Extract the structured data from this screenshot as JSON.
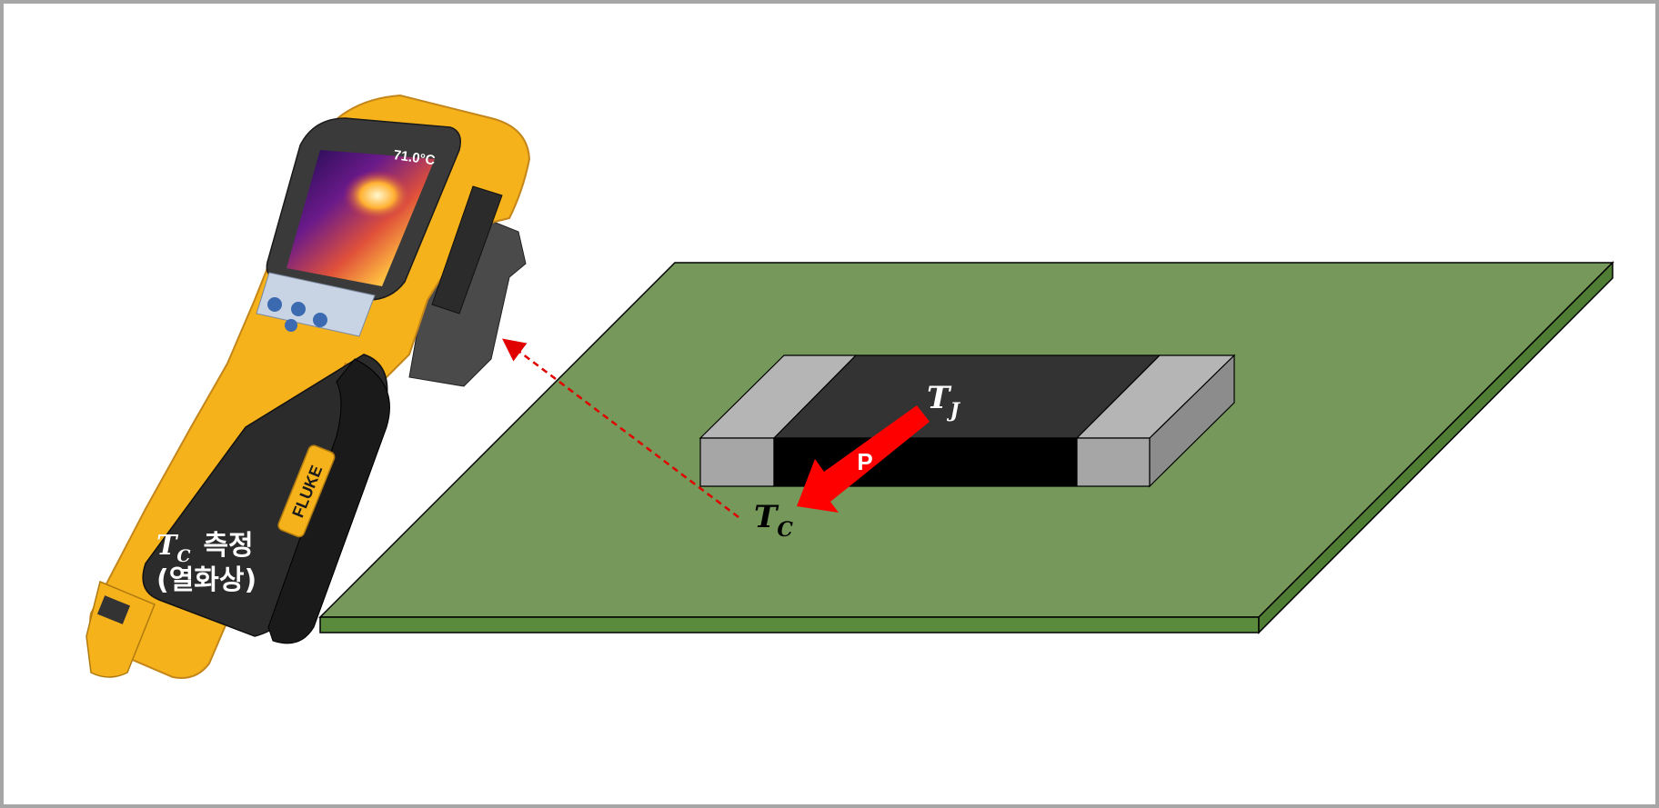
{
  "labels": {
    "junction_temp": {
      "symbol": "T",
      "sub": "J"
    },
    "case_temp": {
      "symbol": "T",
      "sub": "C"
    },
    "power": "P",
    "measure": {
      "symbol": "T",
      "sub": "C",
      "word": "측정"
    },
    "method": "(열화상)"
  },
  "camera": {
    "screen_reading": "71.0°C",
    "brand": "FLUKE"
  },
  "colors": {
    "pcb_top": "#76985a",
    "pcb_side": "#5a8a3c",
    "resistor_body_top": "#333333",
    "resistor_body_front": "#000000",
    "terminal_top": "#b5b5b5",
    "terminal_front": "#a6a6a6",
    "terminal_side": "#8c8c8c",
    "arrow": "#ff0000",
    "camera_yellow": "#f6b21b",
    "camera_dark": "#2b2b2b"
  }
}
